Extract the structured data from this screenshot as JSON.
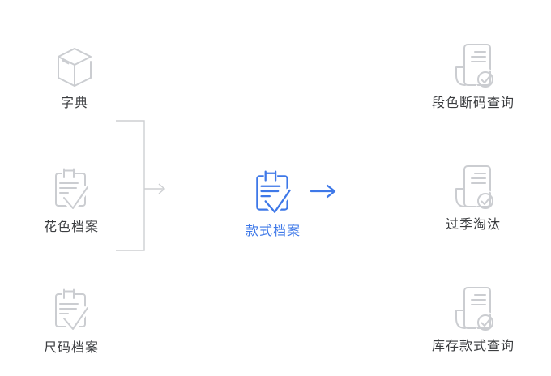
{
  "colors": {
    "background": "#ffffff",
    "accent_blue": "#3e78e8",
    "icon_gray": "#cbcdd1",
    "connector_gray": "#cdcfd2",
    "label_dark": "#3b3d40"
  },
  "diagram": {
    "left_nodes": [
      {
        "label": "字典",
        "icon": "cube-icon",
        "state": "default"
      },
      {
        "label": "花色档案",
        "icon": "clipboard-check-icon",
        "state": "default"
      },
      {
        "label": "尺码档案",
        "icon": "clipboard-check-icon",
        "state": "default"
      }
    ],
    "center_node": {
      "label": "款式档案",
      "icon": "clipboard-check-icon",
      "state": "active"
    },
    "right_nodes": [
      {
        "label": "段色断码查询",
        "icon": "document-check-icon",
        "state": "default"
      },
      {
        "label": "过季淘汰",
        "icon": "document-check-icon",
        "state": "default"
      },
      {
        "label": "库存款式查询",
        "icon": "document-check-icon",
        "state": "default"
      }
    ],
    "connectors": [
      {
        "type": "merge-bracket-arrow",
        "color": "gray",
        "points_to": "款式档案"
      },
      {
        "type": "flow-arrow",
        "color": "blue",
        "from": "款式档案",
        "to_column": "right"
      }
    ]
  }
}
